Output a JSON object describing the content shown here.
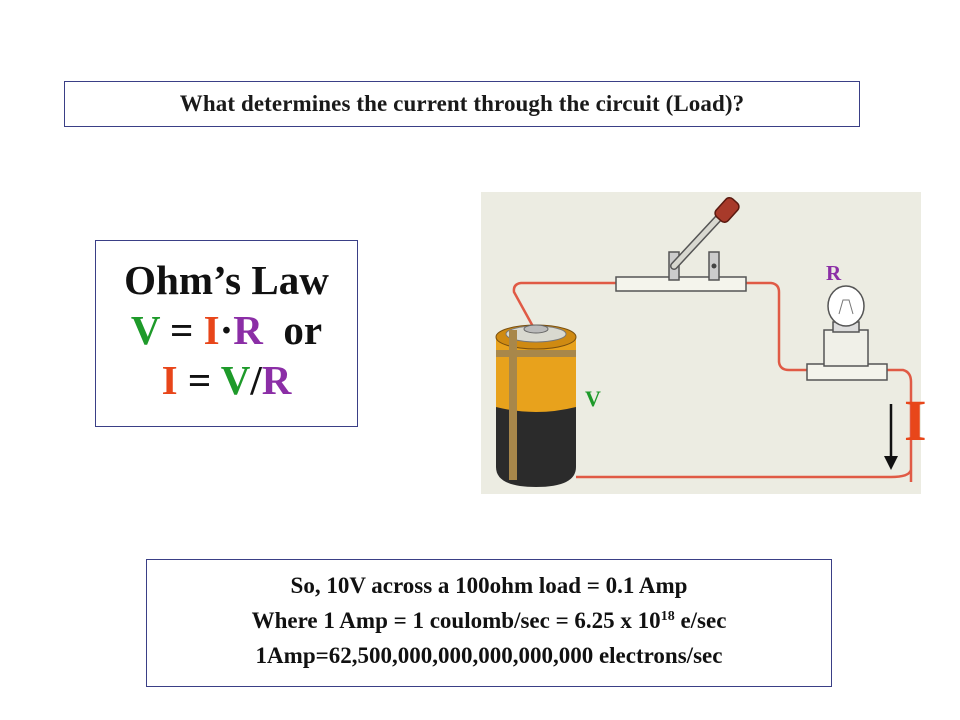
{
  "question": "What determines the current through the circuit (Load)?",
  "ohms_law": {
    "title": "Ohm’s Law",
    "eq1": {
      "v": "V",
      "eq": " = ",
      "i": "I",
      "dot": "·",
      "r": "R",
      "or": "  or"
    },
    "eq2": {
      "i": "I",
      "eq": " = ",
      "v": "V",
      "slash": "/",
      "r": "R"
    }
  },
  "circuit": {
    "label_v": "V",
    "label_r": "R",
    "label_i": "I"
  },
  "explanation": {
    "line1": "So, 10V across a 100ohm load = 0.1 Amp",
    "line2_pre": "Where 1 Amp = 1 coulomb/sec = 6.25 x 10",
    "line2_exp": "18",
    "line2_post": " e/sec",
    "line3": "1Amp=62,500,000,000,000,000,000 electrons/sec"
  },
  "colors": {
    "voltage": "#1e9a2a",
    "current": "#e8461a",
    "resistance": "#8b2ea6",
    "border": "#3a3f86"
  }
}
